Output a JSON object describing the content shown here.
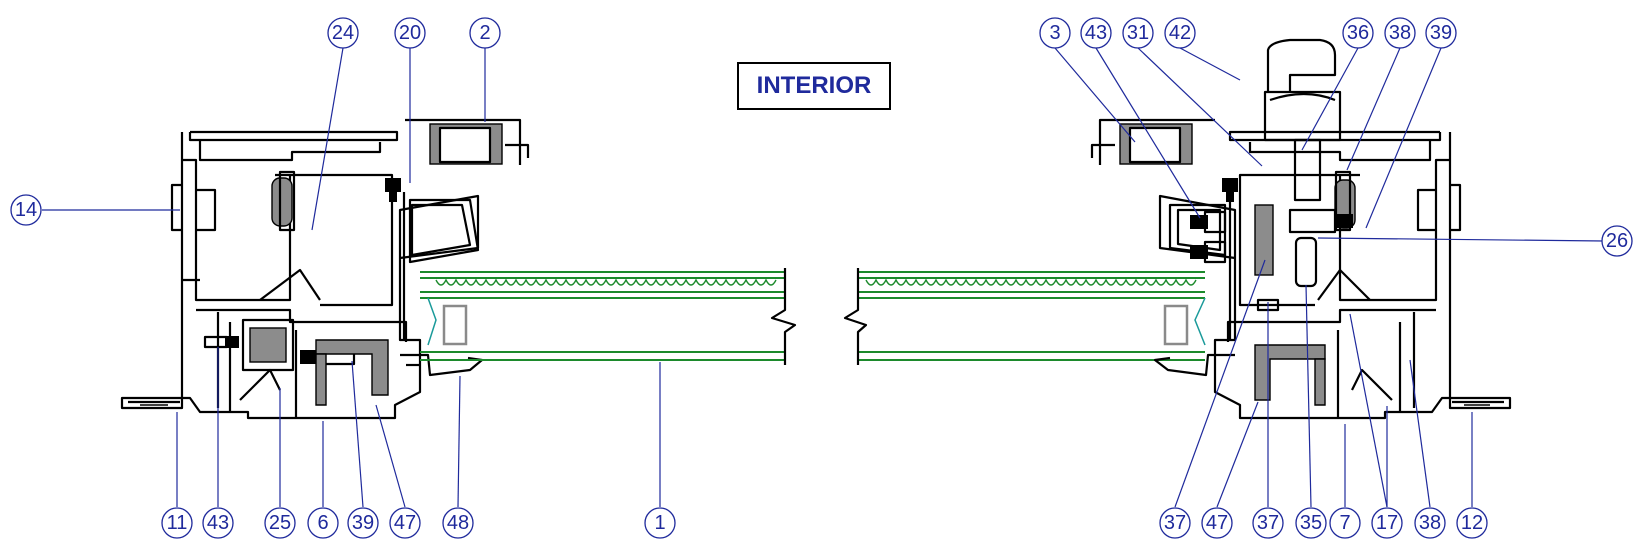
{
  "interior_label": "INTERIOR",
  "callouts": {
    "left_top": [
      "24",
      "20",
      "2"
    ],
    "left_side": [
      "14"
    ],
    "left_bottom": [
      "11",
      "43",
      "25",
      "6",
      "39",
      "47",
      "48",
      "1"
    ],
    "right_top": [
      "3",
      "43",
      "31",
      "42",
      "36",
      "38",
      "39"
    ],
    "right_side": [
      "26"
    ],
    "right_bottom": [
      "37",
      "47",
      "37",
      "35",
      "7",
      "17",
      "38",
      "12"
    ]
  },
  "colors": {
    "callout": "#1f2a9c",
    "profile": "#000000",
    "glass": "#1c8a2c",
    "spacer": "#8a8a8a",
    "gasket": "#8c8c8c"
  }
}
